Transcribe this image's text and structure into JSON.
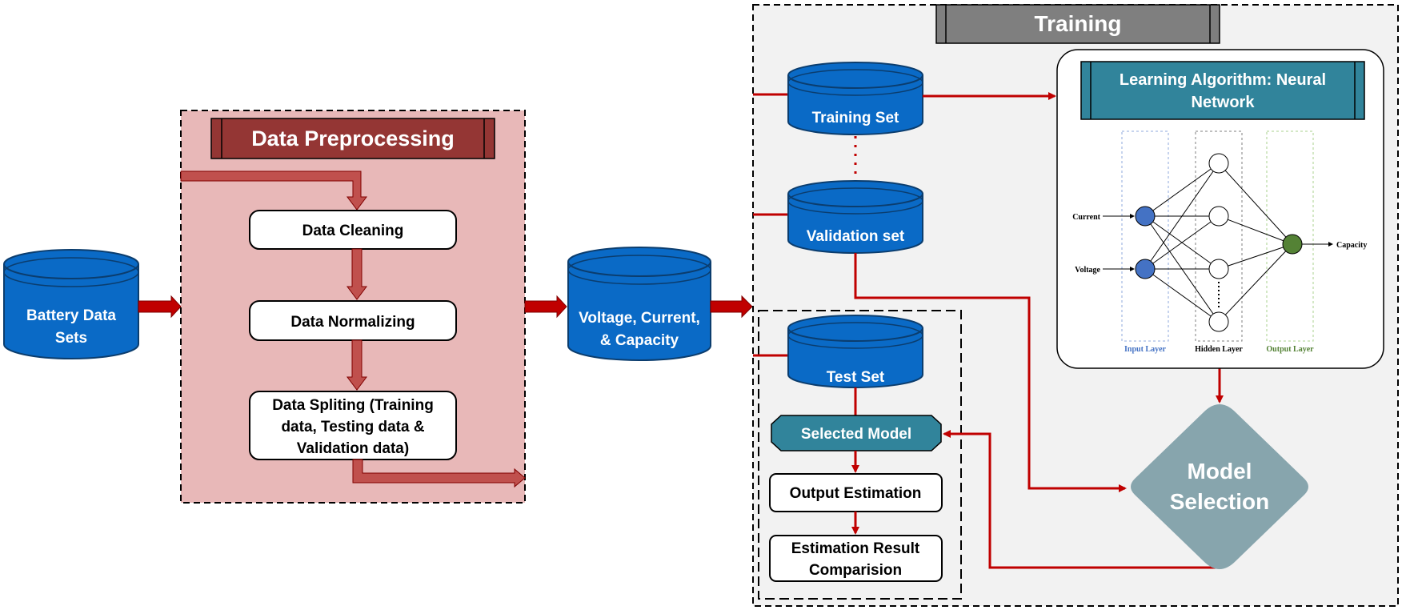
{
  "colors": {
    "db_fill": "#0a6ac6",
    "db_stroke": "#0b3d6e",
    "arrow_red": "#c00000",
    "preprocess_bg": "#e8b8b8",
    "preprocess_banner": "#943634",
    "training_bg": "#f2f2f2",
    "training_banner": "#7f7f7f",
    "nn_banner": "#31849b",
    "model_selection": "#87a5ad",
    "input_node": "#4472c4",
    "output_node": "#548235"
  },
  "nodes": {
    "battery_data_sets": {
      "line1": "Battery Data",
      "line2": "Sets"
    },
    "preprocessing": {
      "title": "Data Preprocessing",
      "cleaning": "Data Cleaning",
      "normalizing": "Data Normalizing",
      "splitting": {
        "line1": "Data Spliting (Training",
        "line2": "data, Testing data &",
        "line3": "Validation data)"
      }
    },
    "voltage_current_capacity": {
      "line1": "Voltage, Current,",
      "line2": "& Capacity"
    },
    "training": {
      "title": "Training",
      "training_set": "Training Set",
      "validation_set": "Validation set",
      "test_set": "Test Set",
      "selected_model": "Selected Model",
      "output_estimation": "Output Estimation",
      "estimation_result": {
        "line1": "Estimation Result",
        "line2": "Comparision"
      },
      "learning_algorithm": {
        "line1": "Learning Algorithm: Neural",
        "line2": "Network"
      },
      "model_selection": {
        "line1": "Model",
        "line2": "Selection"
      }
    }
  },
  "neural_network": {
    "inputs": [
      "Current",
      "Voltage"
    ],
    "output": "Capacity",
    "layer_labels": {
      "input": "Input Layer",
      "hidden": "Hidden Layer",
      "output": "Output Layer"
    }
  }
}
